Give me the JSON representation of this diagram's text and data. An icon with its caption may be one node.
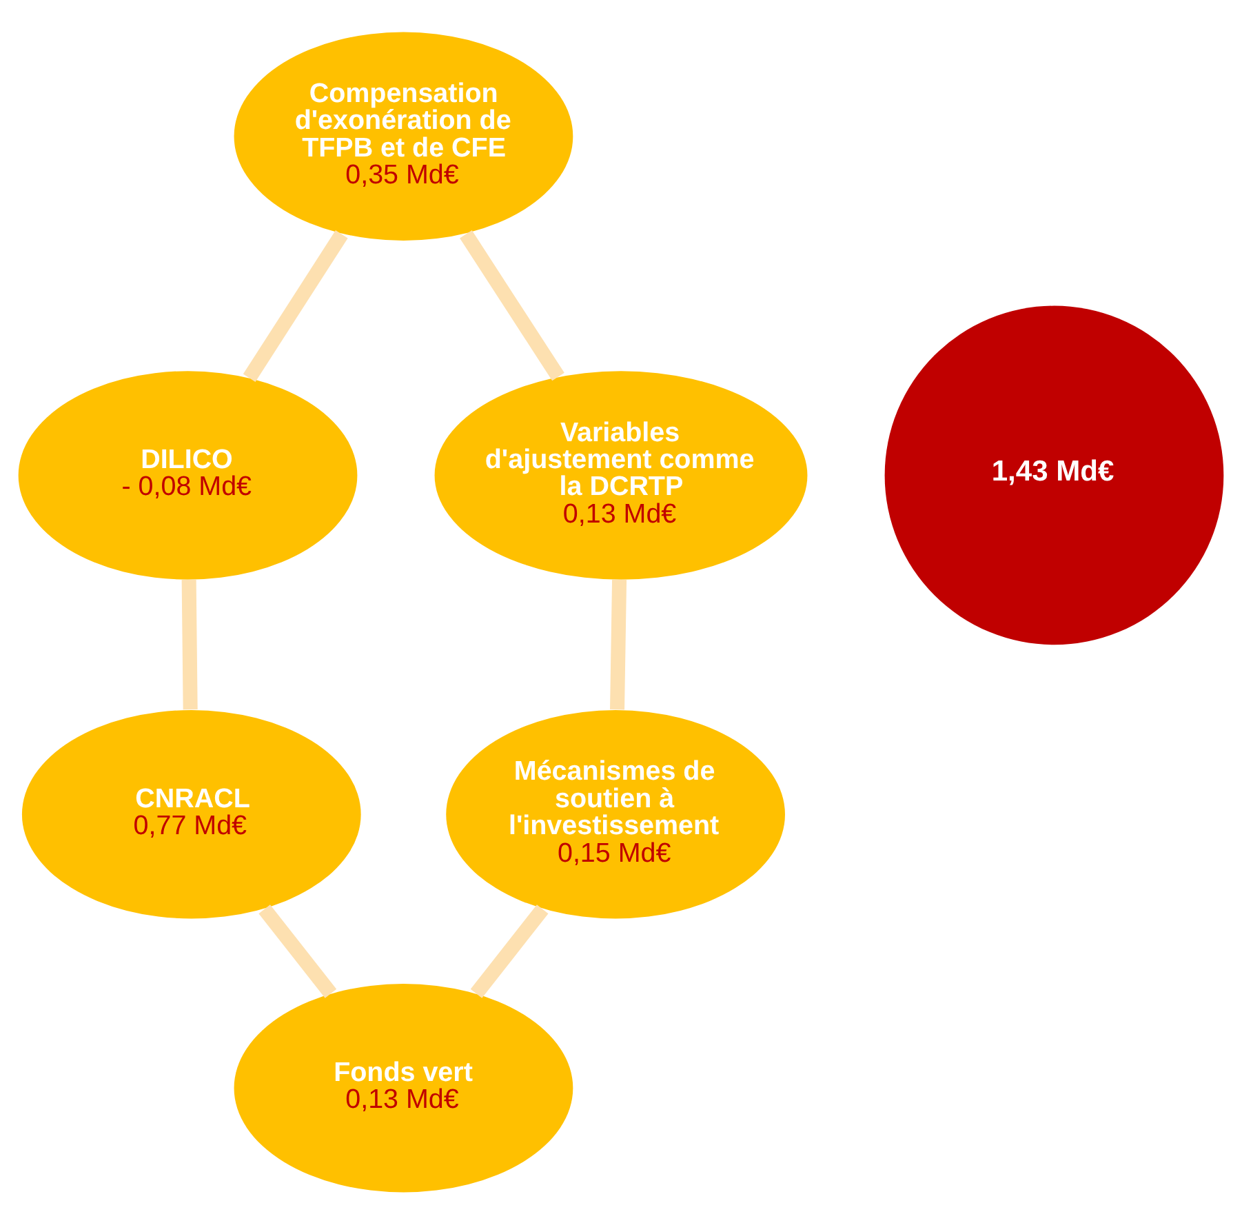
{
  "diagram": {
    "nodes": [
      {
        "text": [
          "Compensation d'exonération de TFPB et de CFE",
          "0,35 Md€"
        ]
      },
      {
        "text": [
          "DILICO",
          "- 0,08 Md€"
        ]
      },
      {
        "text": [
          "Variables d'ajustement comme la DCRTP",
          "0,13 Md€"
        ]
      },
      {
        "text": [
          "1,43 Md€"
        ]
      },
      {
        "text": [
          "CNRACL",
          "0,77 Md€"
        ]
      },
      {
        "text": [
          "Mécanismes de soutien à l'investissement",
          "0,15 Md€"
        ]
      },
      {
        "text": [
          "Fonds vert",
          "0,13 Md€"
        ]
      }
    ],
    "edges": [
      {
        "from": 0,
        "to": 2,
        "arrow": "none"
      },
      {
        "from": 2,
        "to": 5,
        "arrow": "none"
      },
      {
        "from": 5,
        "to": 6,
        "arrow": "none"
      },
      {
        "from": 0,
        "to": 1,
        "arrow": "none"
      },
      {
        "from": 1,
        "to": 4,
        "arrow": "none"
      },
      {
        "from": 4,
        "to": 6,
        "arrow": "none"
      }
    ]
  }
}
